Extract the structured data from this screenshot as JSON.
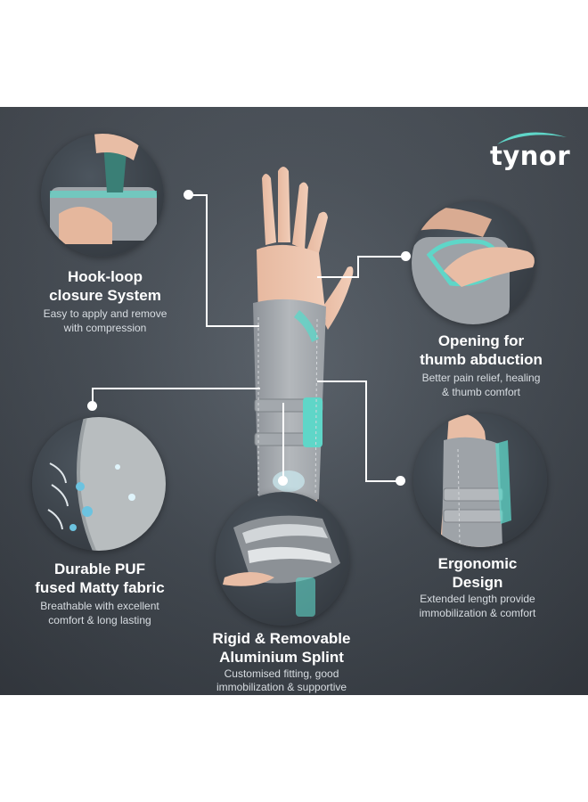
{
  "brand": {
    "name": "tynor",
    "accent_color": "#5fd6c8",
    "background_color": "#41474f"
  },
  "features": [
    {
      "id": "hook-loop",
      "title_line1": "Hook-loop",
      "title_line2": "closure System",
      "desc_line1": "Easy to apply and remove",
      "desc_line2": "with compression"
    },
    {
      "id": "thumb-opening",
      "title_line1": "Opening for",
      "title_line2": "thumb abduction",
      "desc_line1": "Better pain relief, healing",
      "desc_line2": "& thumb comfort"
    },
    {
      "id": "fabric",
      "title_line1": "Durable PUF",
      "title_line2": "fused Matty fabric",
      "desc_line1": "Breathable with excellent",
      "desc_line2": "comfort & long lasting"
    },
    {
      "id": "splint",
      "title_line1": "Rigid & Removable",
      "title_line2": "Aluminium Splint",
      "desc_line1": "Customised fitting, good",
      "desc_line2": "immobilization & supportive"
    },
    {
      "id": "ergonomic",
      "title_line1": "Ergonomic",
      "title_line2": "Design",
      "desc_line1": "Extended length provide",
      "desc_line2": "immobilization & comfort"
    }
  ]
}
